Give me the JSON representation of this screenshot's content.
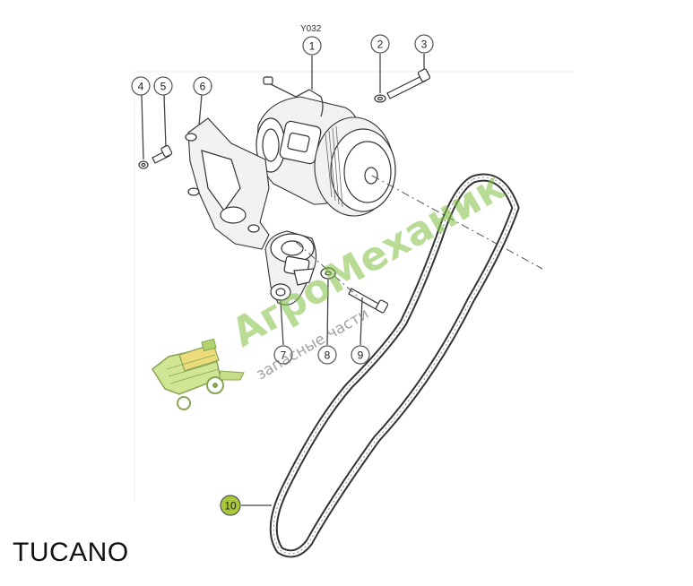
{
  "diagram": {
    "part_code": "Y032",
    "callouts": [
      "1",
      "2",
      "3",
      "4",
      "5",
      "6",
      "7",
      "8",
      "9",
      "10"
    ],
    "highlight_color": "#a8c83a",
    "model_label": "TUCANO"
  },
  "watermark": {
    "brand": "АгроМеханик",
    "tagline": "запасные части",
    "brand_color": "#7fbf3f"
  }
}
